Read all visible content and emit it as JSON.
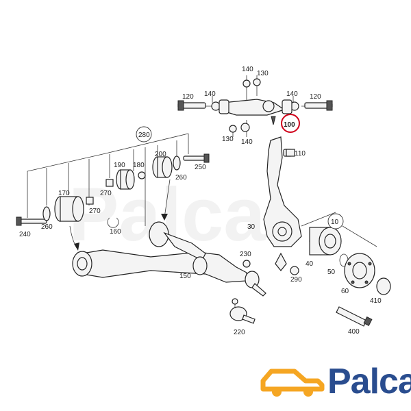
{
  "callouts": {
    "c10": "10",
    "c30": "30",
    "c40": "40",
    "c50": "50",
    "c60": "60",
    "c100": "100",
    "c110": "110",
    "c120a": "120",
    "c120b": "120",
    "c130a": "130",
    "c130b": "130",
    "c140a": "140",
    "c140b": "140",
    "c140c": "140",
    "c140d": "140",
    "c150": "150",
    "c160": "160",
    "c170": "170",
    "c180": "180",
    "c190": "190",
    "c200": "200",
    "c220": "220",
    "c230": "230",
    "c240": "240",
    "c250": "250",
    "c260a": "260",
    "c260b": "260",
    "c270a": "270",
    "c270b": "270",
    "c280": "280",
    "c290": "290",
    "c400": "400",
    "c410": "410"
  },
  "highlight": {
    "part": "100",
    "color": "#d0021b"
  },
  "logo": {
    "text": "Palca",
    "color": "#2a4d8f",
    "accent": "#f5a623"
  },
  "watermark": "Palca"
}
